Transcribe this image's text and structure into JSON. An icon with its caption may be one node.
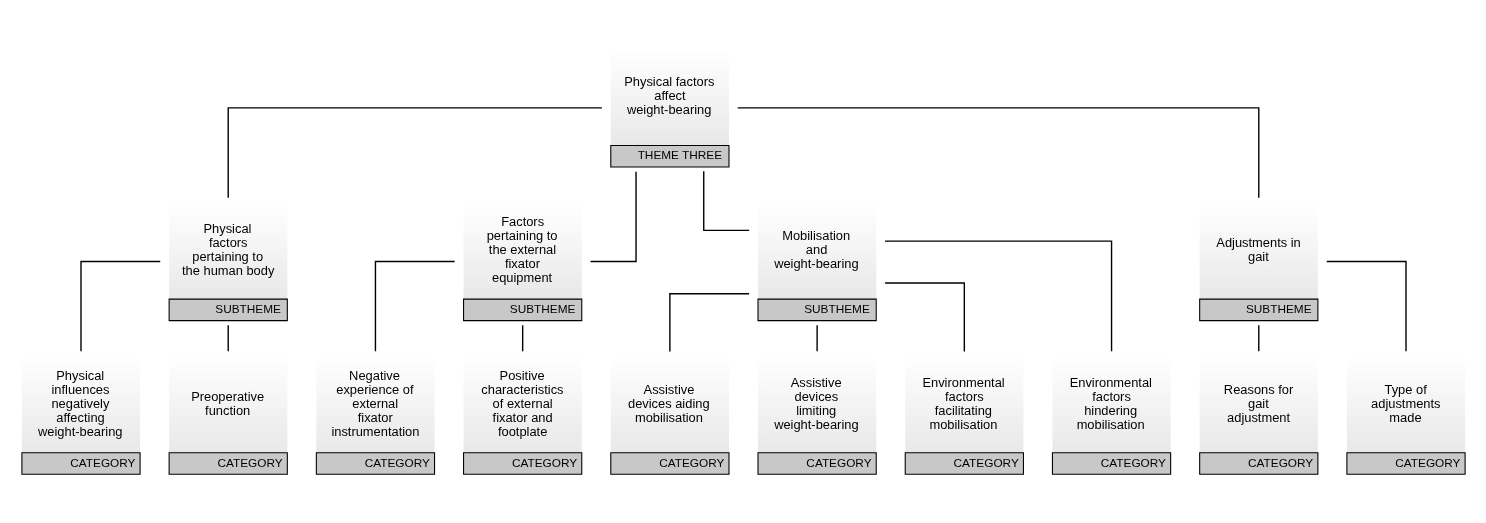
{
  "diagram": {
    "nodes": [
      {
        "text": [
          "Physical factors affect weight-bearing",
          "THEME THREE"
        ]
      },
      {
        "text": [
          "Physical factors pertaining to the human body",
          "SUBTHEME"
        ]
      },
      {
        "text": [
          "Factors pertaining to the external fixator equipment",
          "SUBTHEME"
        ]
      },
      {
        "text": [
          "Mobilisation and weight-bearing",
          "SUBTHEME"
        ]
      },
      {
        "text": [
          "Adjustments in gait",
          "SUBTHEME"
        ]
      },
      {
        "text": [
          "Physical influences negatively affecting weight-bearing",
          "CATEGORY"
        ]
      },
      {
        "text": [
          "Preoperative function",
          "CATEGORY"
        ]
      },
      {
        "text": [
          "Negative experience of external fixator instrumentation",
          "CATEGORY"
        ]
      },
      {
        "text": [
          "Positive characteristics of external fixator and footplate",
          "CATEGORY"
        ]
      },
      {
        "text": [
          "Assistive devices aiding mobilisation",
          "CATEGORY"
        ]
      },
      {
        "text": [
          "Assistive devices limiting weight-bearing",
          "CATEGORY"
        ]
      },
      {
        "text": [
          "Environmental factors facilitating mobilisation",
          "CATEGORY"
        ]
      },
      {
        "text": [
          "Environmental factors hindering mobilisation",
          "CATEGORY"
        ]
      },
      {
        "text": [
          "Reasons for gait adjustment",
          "CATEGORY"
        ]
      },
      {
        "text": [
          "Type of adjustments made",
          "CATEGORY"
        ]
      }
    ],
    "edges": [
      {
        "from": 0,
        "to": 1,
        "arrow": "none"
      },
      {
        "from": 0,
        "to": 2,
        "arrow": "none"
      },
      {
        "from": 0,
        "to": 3,
        "arrow": "none"
      },
      {
        "from": 0,
        "to": 4,
        "arrow": "none"
      },
      {
        "from": 1,
        "to": 5,
        "arrow": "none"
      },
      {
        "from": 1,
        "to": 6,
        "arrow": "none"
      },
      {
        "from": 2,
        "to": 7,
        "arrow": "none"
      },
      {
        "from": 2,
        "to": 8,
        "arrow": "none"
      },
      {
        "from": 3,
        "to": 9,
        "arrow": "none"
      },
      {
        "from": 3,
        "to": 10,
        "arrow": "none"
      },
      {
        "from": 3,
        "to": 11,
        "arrow": "none"
      },
      {
        "from": 3,
        "to": 12,
        "arrow": "none"
      },
      {
        "from": 4,
        "to": 13,
        "arrow": "none"
      },
      {
        "from": 4,
        "to": 14,
        "arrow": "none"
      }
    ]
  }
}
